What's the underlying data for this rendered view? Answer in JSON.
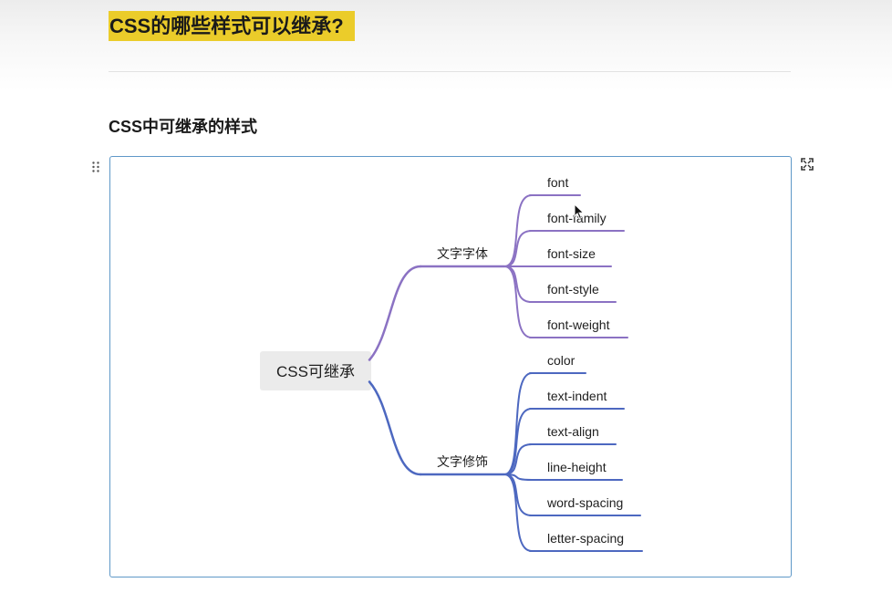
{
  "document": {
    "title": "CSS的哪些样式可以继承?",
    "section_title": "CSS中可继承的样式"
  },
  "mindmap": {
    "root": "CSS可继承",
    "branches": [
      {
        "label": "文字字体",
        "color": "#8b72c3",
        "children": [
          "font",
          "font-family",
          "font-size",
          "font-style",
          "font-weight"
        ]
      },
      {
        "label": "文字修饰",
        "color": "#4d68c0",
        "children": [
          "color",
          "text-indent",
          "text-align",
          "line-height",
          "word-spacing",
          "letter-spacing"
        ]
      }
    ]
  },
  "icons": {
    "drag_handle": "drag-dots-icon",
    "expand": "expand-icon",
    "cursor": "mouse-pointer-icon"
  },
  "colors": {
    "title_highlight": "#ebcc2a",
    "card_border": "#5f98c8",
    "root_fill": "#ebebeb"
  }
}
